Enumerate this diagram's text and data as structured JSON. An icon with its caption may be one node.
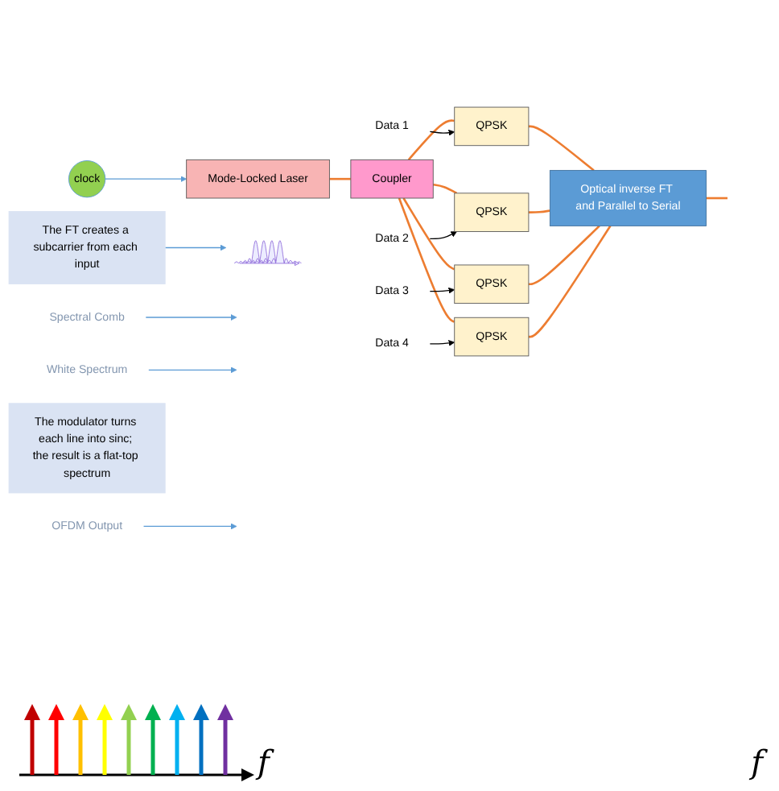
{
  "diagram": {
    "nodes": [
      {
        "text": [
          "clock"
        ]
      },
      {
        "text": [
          "Mode-Locked Laser"
        ]
      },
      {
        "text": [
          "Coupler"
        ]
      },
      {
        "text": [
          "Data 1"
        ]
      },
      {
        "text": [
          "QPSK"
        ]
      },
      {
        "text": [
          "Data 2"
        ]
      },
      {
        "text": [
          "QPSK"
        ]
      },
      {
        "text": [
          "Data 3"
        ]
      },
      {
        "text": [
          "QPSK"
        ]
      },
      {
        "text": [
          "Data 4"
        ]
      },
      {
        "text": [
          "QPSK"
        ]
      },
      {
        "text": [
          "Optical inverse FT and Parallel to Serial"
        ]
      },
      {
        "text": [
          "Spectral Comb"
        ]
      },
      {
        "text": [
          "White Spectrum"
        ]
      },
      {
        "text": [
          "OFDM Output"
        ]
      },
      {
        "text": [
          "The modulator turns each line into sinc; the result is a flat-top spectrum"
        ]
      },
      {
        "text": [
          "The FT creates a subcarrier from each input"
        ]
      },
      {
        "text": [],
        "shape": "picture"
      }
    ],
    "edges": [
      {
        "from": 0,
        "to": 1,
        "arrow": "to",
        "color": "#5b9bd5"
      },
      {
        "from": 1,
        "to": 2,
        "arrow": "none"
      },
      {
        "from": 2,
        "to": 4,
        "arrow": "none"
      },
      {
        "from": 2,
        "to": 6,
        "arrow": "none"
      },
      {
        "from": 2,
        "to": 8,
        "arrow": "none"
      },
      {
        "from": 2,
        "to": 10,
        "arrow": "none"
      },
      {
        "from": 3,
        "to": 4,
        "arrow": "to",
        "color": "#000000"
      },
      {
        "from": 5,
        "to": 6,
        "arrow": "to",
        "color": "#000000"
      },
      {
        "from": 7,
        "to": 8,
        "arrow": "to",
        "color": "#000000"
      },
      {
        "from": 9,
        "to": 10,
        "arrow": "to",
        "color": "#000000"
      },
      {
        "from": 4,
        "to": 11,
        "arrow": "none"
      },
      {
        "from": 6,
        "to": 11,
        "arrow": "none"
      },
      {
        "from": 8,
        "to": 11,
        "arrow": "none"
      },
      {
        "from": 10,
        "to": 11,
        "arrow": "none"
      },
      {
        "from": 11,
        "to": null,
        "arrow": "none"
      },
      {
        "from": 12,
        "to": null,
        "arrow": "to",
        "color": "#5b9bd5"
      },
      {
        "from": 13,
        "to": null,
        "arrow": "to",
        "color": "#5b9bd5"
      },
      {
        "from": 14,
        "to": null,
        "arrow": "to",
        "color": "#5b9bd5"
      },
      {
        "from": 16,
        "to": 17,
        "arrow": "to",
        "color": "#5b9bd5"
      }
    ],
    "labels": [
      "f",
      "f"
    ]
  }
}
